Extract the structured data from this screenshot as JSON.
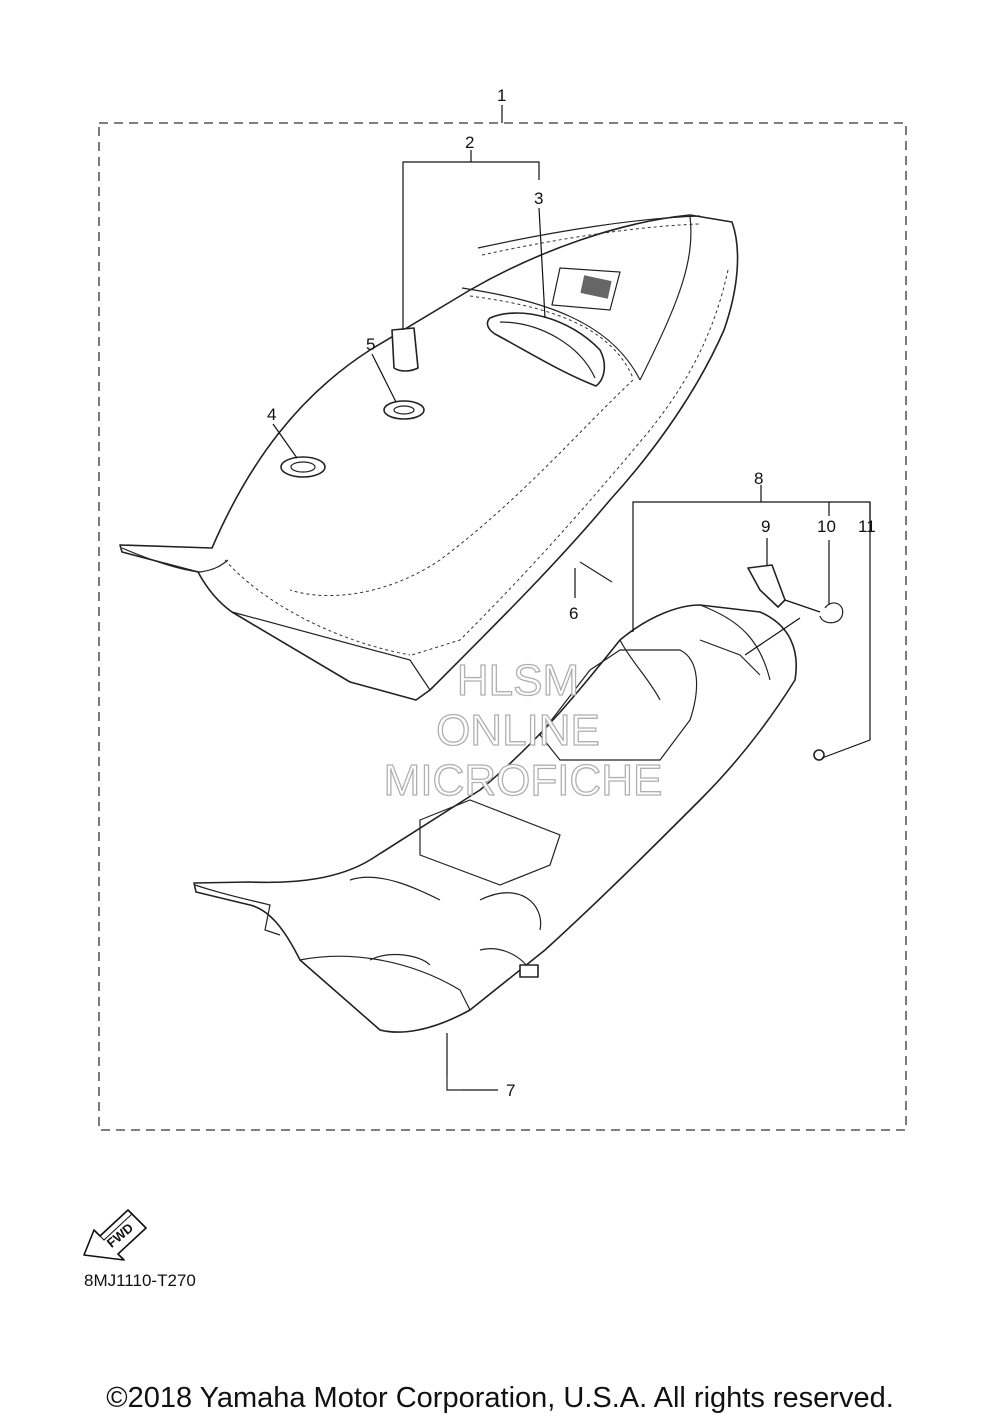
{
  "callouts": {
    "c1": "1",
    "c2": "2",
    "c3": "3",
    "c4": "4",
    "c5": "5",
    "c6": "6",
    "c7": "7",
    "c8": "8",
    "c9": "9",
    "c10": "10",
    "c11": "11"
  },
  "watermark": {
    "line1": "HLSM",
    "line2": "ONLINE",
    "line3": "MICROFICHE"
  },
  "fwd_label": "FWD",
  "fiche_code": "8MJ1110-T270",
  "copyright": "©2018 Yamaha Motor Corporation, U.S.A. All rights reserved."
}
